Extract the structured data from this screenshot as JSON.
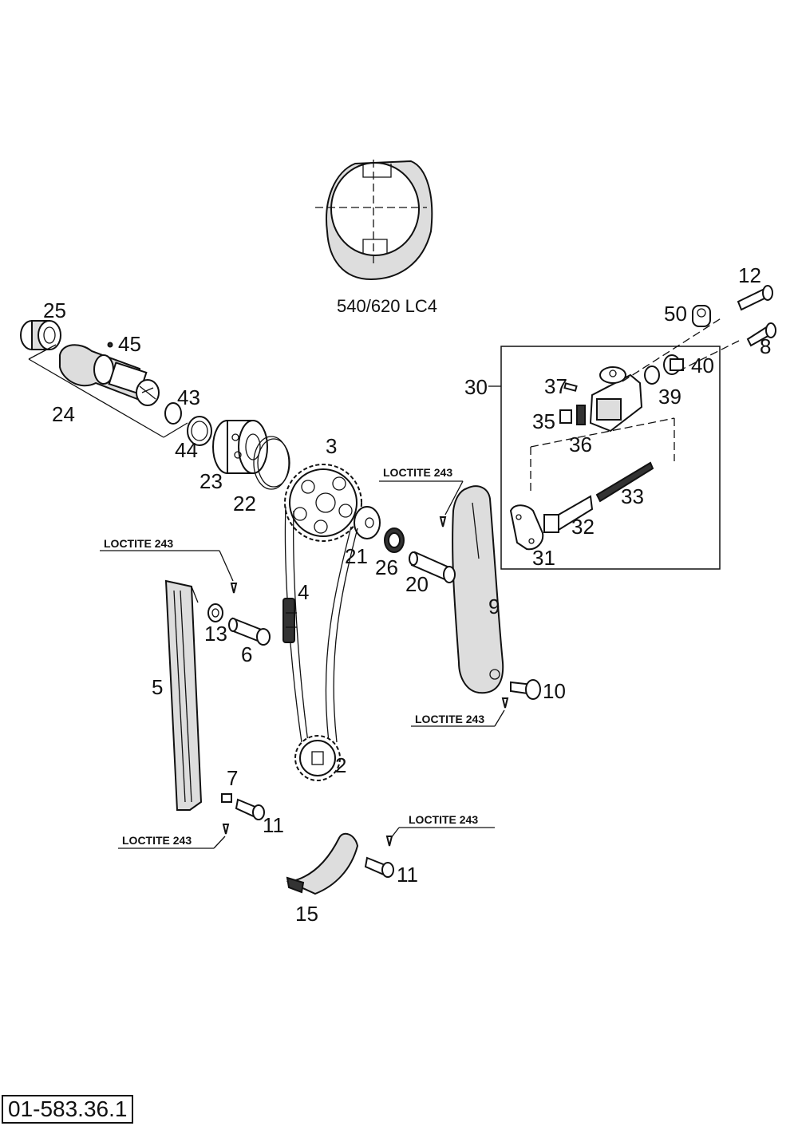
{
  "drawing_id": "01-583.36.1",
  "variant_label": "540/620 LC4",
  "note_label": "LOCTITE 243",
  "callouts": {
    "c2": "2",
    "c3": "3",
    "c4": "4",
    "c5": "5",
    "c6": "6",
    "c7": "7",
    "c8": "8",
    "c9": "9",
    "c10": "10",
    "c11a": "11",
    "c11b": "11",
    "c12": "12",
    "c13": "13",
    "c15": "15",
    "c20": "20",
    "c21": "21",
    "c22": "22",
    "c23": "23",
    "c24": "24",
    "c25": "25",
    "c26": "26",
    "c30": "30",
    "c31": "31",
    "c32": "32",
    "c33": "33",
    "c35": "35",
    "c36": "36",
    "c37": "37",
    "c39": "39",
    "c40": "40",
    "c43": "43",
    "c44": "44",
    "c45": "45",
    "c50": "50"
  }
}
